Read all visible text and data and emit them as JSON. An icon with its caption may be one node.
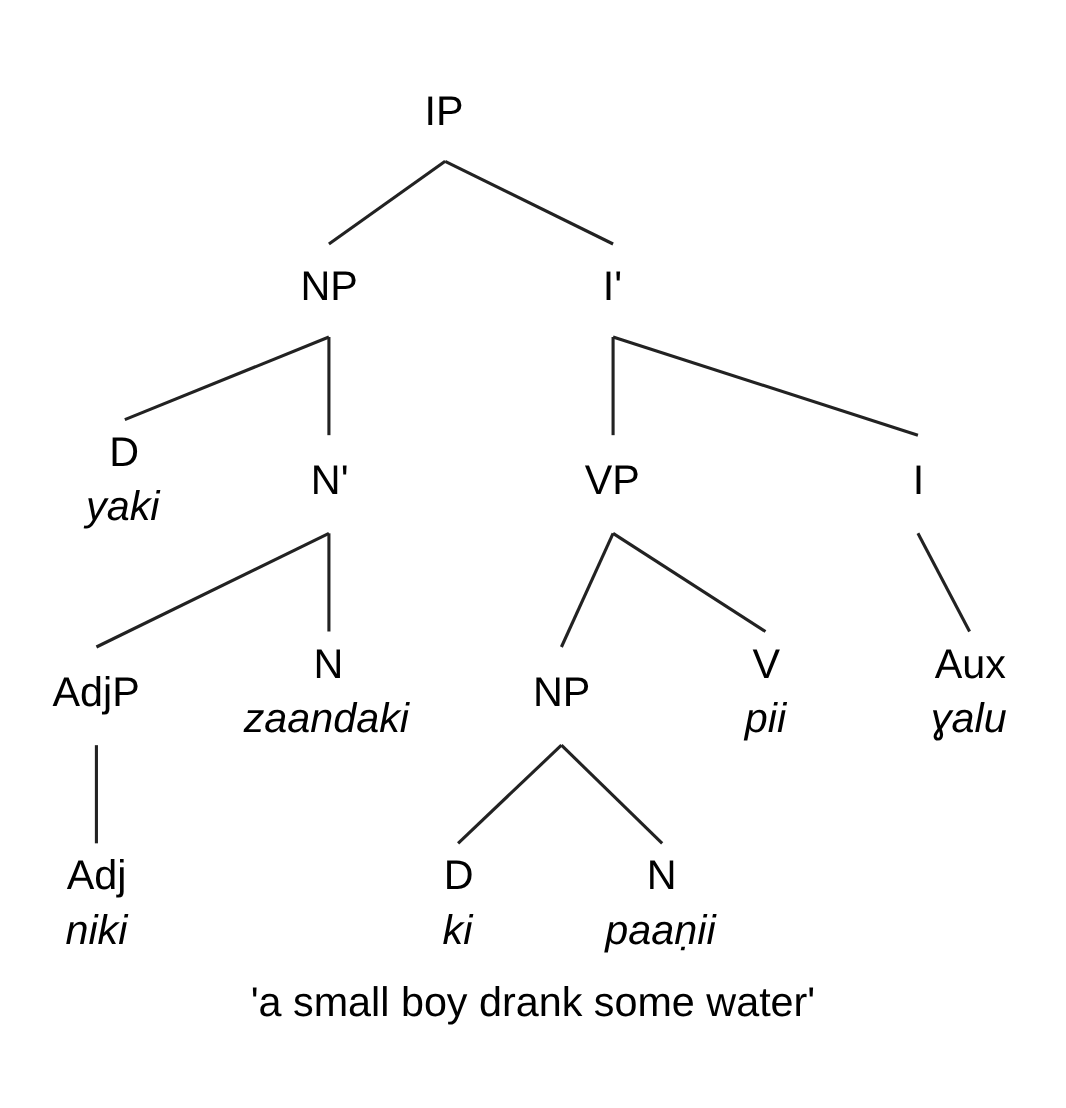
{
  "diagram": {
    "caption": "'a small boy drank some water'",
    "nodes": [
      {
        "text": [
          "IP"
        ]
      },
      {
        "text": [
          "NP"
        ]
      },
      {
        "text": [
          "I'"
        ]
      },
      {
        "text": [
          "D"
        ],
        "beside": [
          "yaki"
        ]
      },
      {
        "text": [
          "N'"
        ]
      },
      {
        "text": [
          "VP"
        ]
      },
      {
        "text": [
          "I"
        ]
      },
      {
        "text": [
          "AdjP"
        ]
      },
      {
        "text": [
          "N"
        ],
        "beside": [
          "zaandaki"
        ]
      },
      {
        "text": [
          "NP"
        ]
      },
      {
        "text": [
          "V"
        ],
        "beside": [
          "pii"
        ]
      },
      {
        "text": [
          "Aux"
        ],
        "beside": [
          "ɣalu"
        ]
      },
      {
        "text": [
          "Adj"
        ],
        "beside": [
          "niki"
        ]
      },
      {
        "text": [
          "D"
        ],
        "beside": [
          "ki"
        ]
      },
      {
        "text": [
          "N"
        ],
        "beside": [
          "paaṇii"
        ]
      }
    ],
    "edges": [
      {
        "from": 0,
        "to": 1,
        "arrow": "none"
      },
      {
        "from": 0,
        "to": 2,
        "arrow": "none"
      },
      {
        "from": 1,
        "to": 3,
        "arrow": "none"
      },
      {
        "from": 1,
        "to": 4,
        "arrow": "none"
      },
      {
        "from": 2,
        "to": 5,
        "arrow": "none"
      },
      {
        "from": 2,
        "to": 6,
        "arrow": "none"
      },
      {
        "from": 4,
        "to": 7,
        "arrow": "none"
      },
      {
        "from": 4,
        "to": 8,
        "arrow": "none"
      },
      {
        "from": 5,
        "to": 9,
        "arrow": "none"
      },
      {
        "from": 5,
        "to": 10,
        "arrow": "none"
      },
      {
        "from": 6,
        "to": 11,
        "arrow": "none"
      },
      {
        "from": 7,
        "to": 12,
        "arrow": "none"
      },
      {
        "from": 9,
        "to": 13,
        "arrow": "none"
      },
      {
        "from": 9,
        "to": 14,
        "arrow": "none"
      }
    ]
  }
}
